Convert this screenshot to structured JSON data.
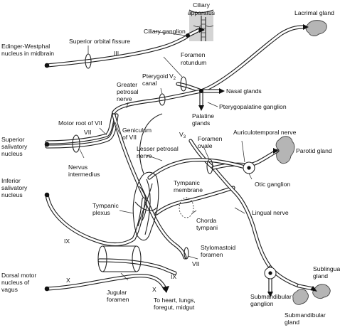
{
  "labels": {
    "ciliary_apparatus_1": "Ciliary",
    "ciliary_apparatus_2": "apparatus",
    "lacrimal_gland": "Lacrimal gland",
    "edinger_1": "Edinger-Westphal",
    "edinger_2": "nucleus in midbrain",
    "superior_orbital_fissure": "Superior orbital fissure",
    "ciliary_ganglion": "Ciliary ganglion",
    "cn_iii": "III",
    "foramen_rotundum_1": "Foramen",
    "foramen_rotundum_2": "rotundum",
    "v2": "V",
    "v2_sub": "2",
    "pterygoid_canal_1": "Pterygoid",
    "pterygoid_canal_2": "canal",
    "greater_petrosal_1": "Greater",
    "greater_petrosal_2": "petrosal",
    "greater_petrosal_3": "nerve",
    "nasal_glands": "Nasal glands",
    "pterygopalatine_ganglion": "Pterygopalatine ganglion",
    "palatine_glands_1": "Palatine",
    "palatine_glands_2": "glands",
    "motor_root_vii": "Motor root of VII",
    "cn_vii_upper": "VII",
    "geniculum_1": "Geniculum",
    "geniculum_2": "of VII",
    "v3": "V",
    "v3_sub": "3",
    "foramen_ovale_1": "Foramen",
    "foramen_ovale_2": "ovale",
    "auriculotemporal": "Auriculotemporal nerve",
    "superior_salivatory_1": "Superior",
    "superior_salivatory_2": "salivatory",
    "superior_salivatory_3": "nucleus",
    "lesser_petrosal_1": "Lesser petrosal",
    "lesser_petrosal_2": "nerve",
    "parotid_gland": "Parotid gland",
    "nervus_intermedius_1": "Nervus",
    "nervus_intermedius_2": "intermedius",
    "tympanic_membrane_1": "Tympanic",
    "tympanic_membrane_2": "membrane",
    "otic_ganglion": "Otic ganglion",
    "inferior_salivatory_1": "Inferior",
    "inferior_salivatory_2": "salivatory",
    "inferior_salivatory_3": "nucleus",
    "tympanic_plexus_1": "Tympanic",
    "tympanic_plexus_2": "plexus",
    "lingual_nerve": "Lingual nerve",
    "chorda_tympani_1": "Chorda",
    "chorda_tympani_2": "tympani",
    "cn_ix_left": "IX",
    "stylomastoid_1": "Stylomastoid",
    "stylomastoid_2": "foramen",
    "cn_vii_lower": "VII",
    "cn_ix_right": "IX",
    "sublingual_1": "Sublingual",
    "sublingual_2": "gland",
    "dorsal_motor_1": "Dorsal motor",
    "dorsal_motor_2": "nucleus of",
    "dorsal_motor_3": "vagus",
    "cn_x_left": "X",
    "cn_x_right": "X",
    "jugular_foramen_1": "Jugular",
    "jugular_foramen_2": "foramen",
    "to_heart_1": "To heart, lungs,",
    "to_heart_2": "foregut, midgut",
    "submandibular_ganglion_1": "Submandibular",
    "submandibular_ganglion_2": "ganglion",
    "submandibular_gland_1": "Submandibular",
    "submandibular_gland_2": "gland"
  }
}
